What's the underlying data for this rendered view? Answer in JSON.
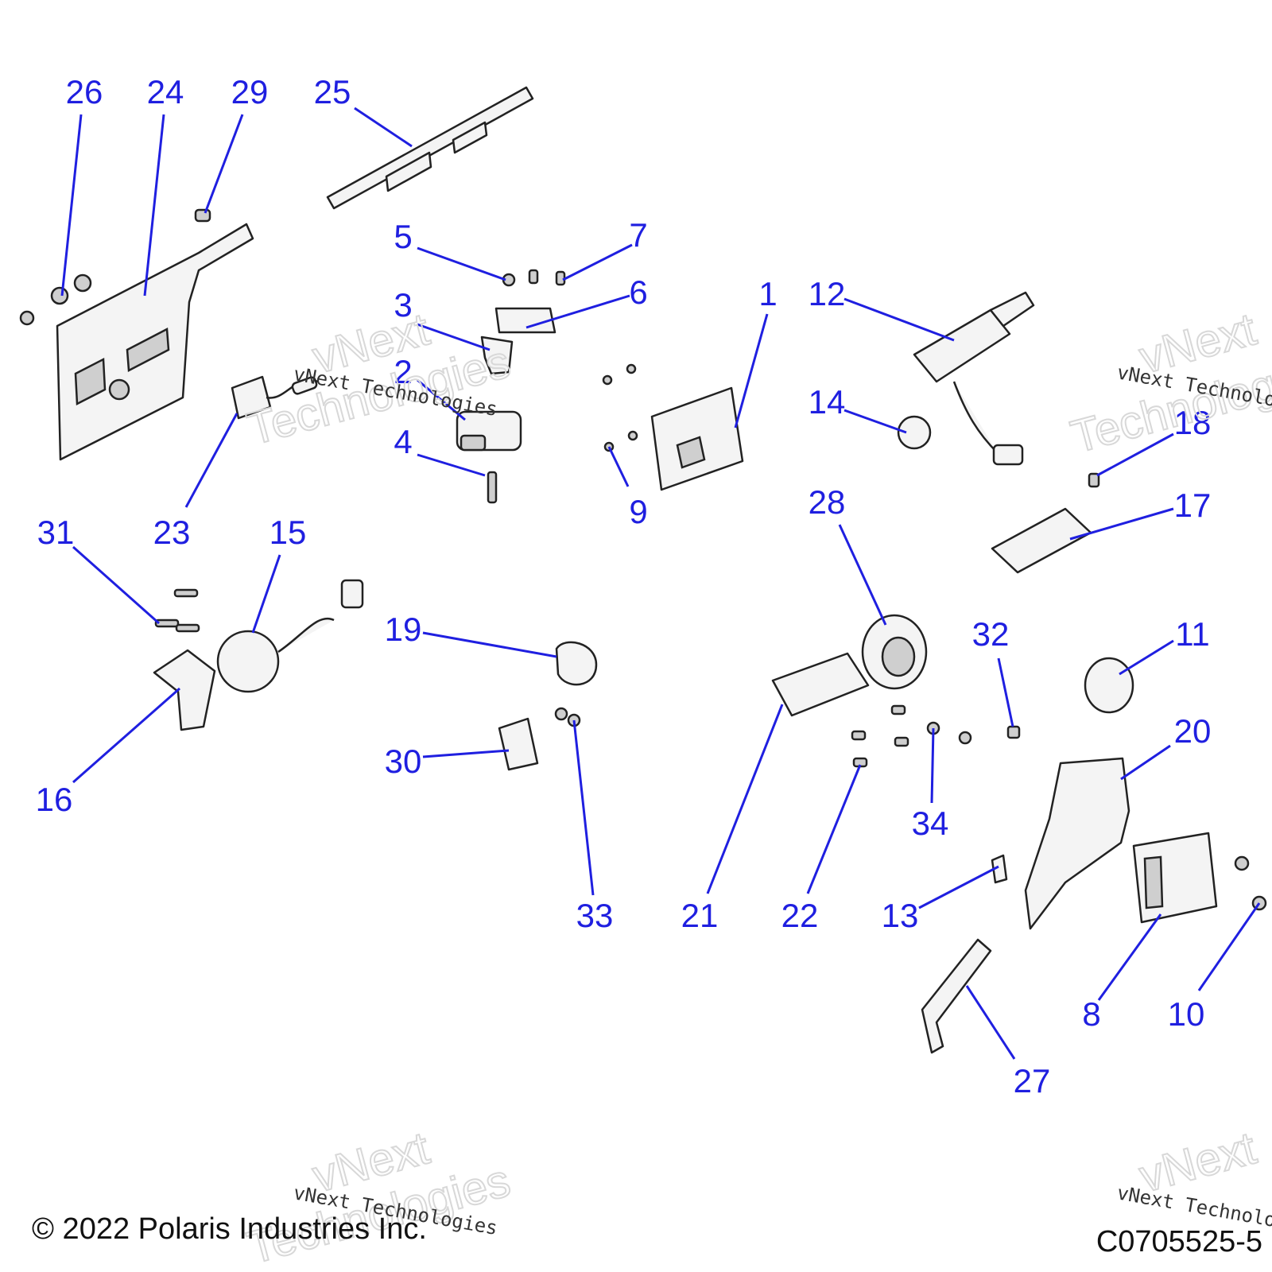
{
  "callouts": [
    "1",
    "2",
    "3",
    "4",
    "5",
    "6",
    "7",
    "8",
    "9",
    "10",
    "11",
    "12",
    "13",
    "14",
    "15",
    "16",
    "17",
    "18",
    "19",
    "20",
    "21",
    "22",
    "23",
    "24",
    "25",
    "26",
    "27",
    "28",
    "29",
    "30",
    "31",
    "32",
    "33",
    "34"
  ],
  "watermark": {
    "small": "vNext Technologies",
    "big_line1": "vNext",
    "big_line2": "Technologies"
  },
  "footer": {
    "copyright": "© 2022 Polaris Industries Inc.",
    "figure_id": "C0705525-5"
  }
}
